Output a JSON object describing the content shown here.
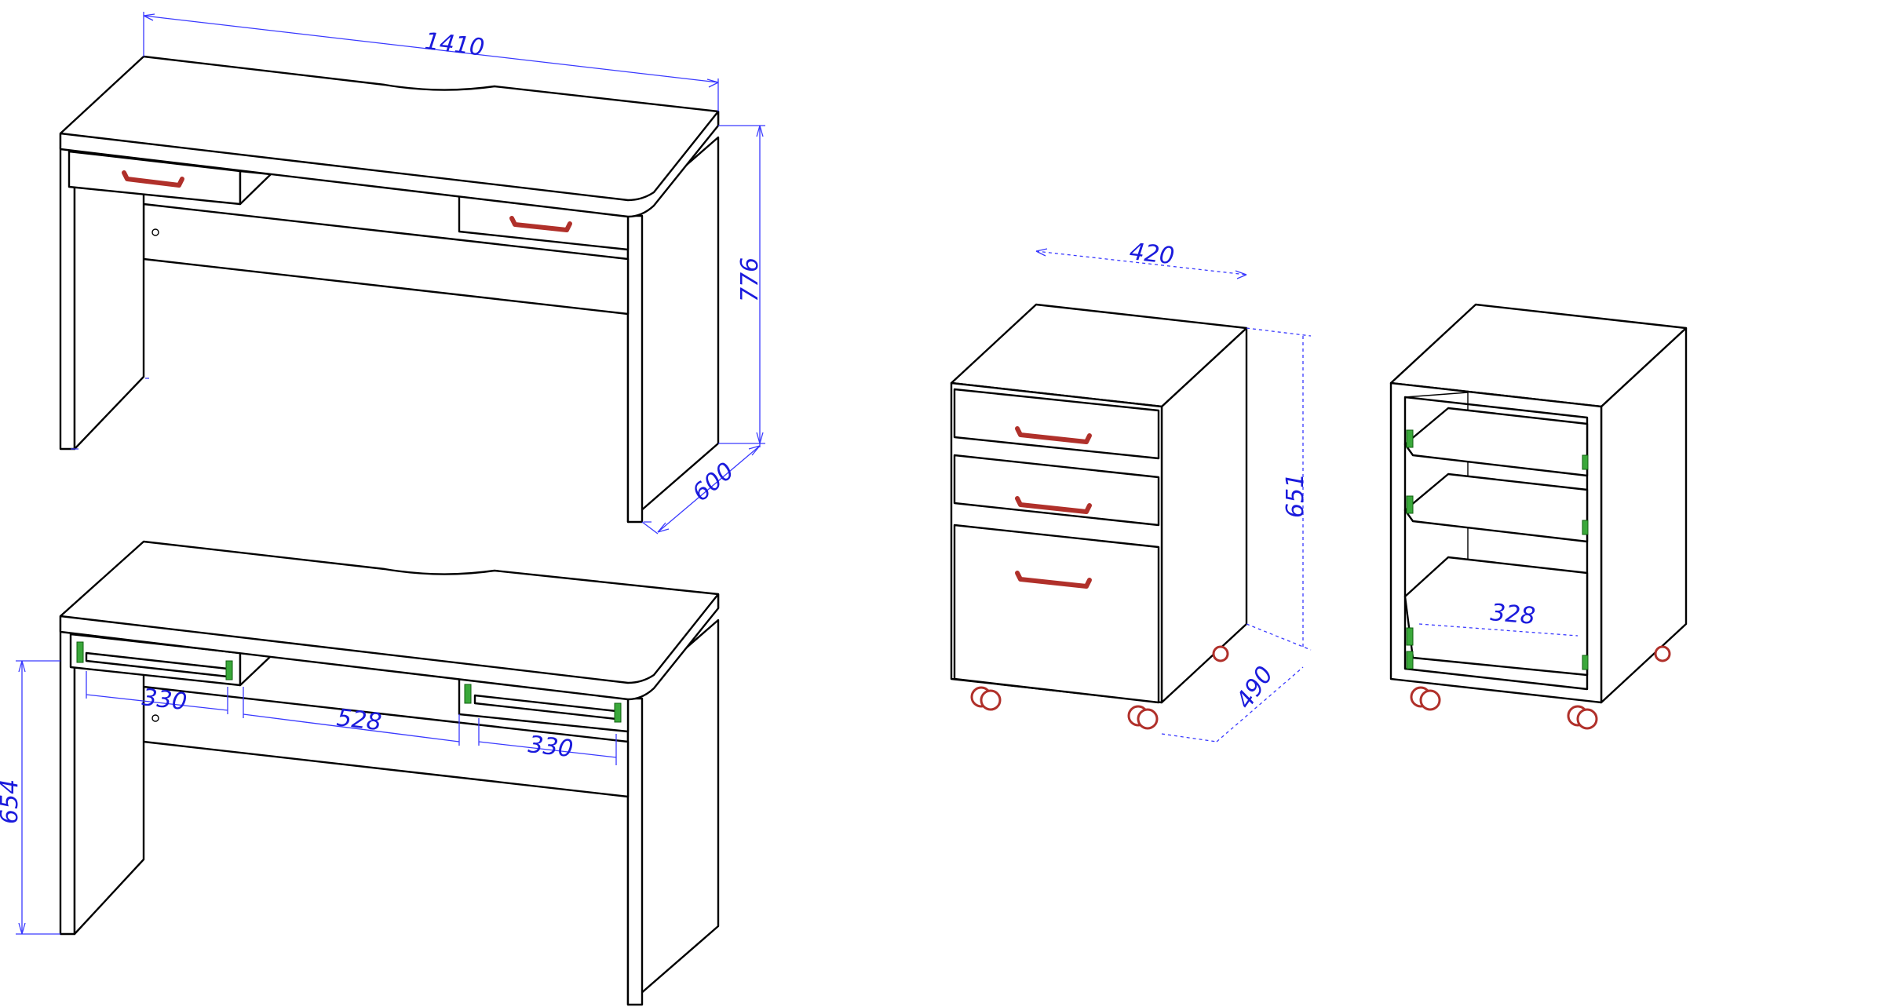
{
  "dimensions": {
    "desk_width": "1410",
    "desk_height": "776",
    "desk_depth": "600",
    "desk_leg_height": "654",
    "drawer_left_width": "330",
    "drawer_gap_width": "528",
    "drawer_right_width": "330",
    "pedestal_width": "420",
    "pedestal_height": "651",
    "pedestal_depth": "490",
    "pedestal_inner_width": "328"
  },
  "colors": {
    "dimension": "#1a1adc",
    "handle": "#b0302a",
    "rail": "#3aa83a",
    "outline": "#000000"
  }
}
